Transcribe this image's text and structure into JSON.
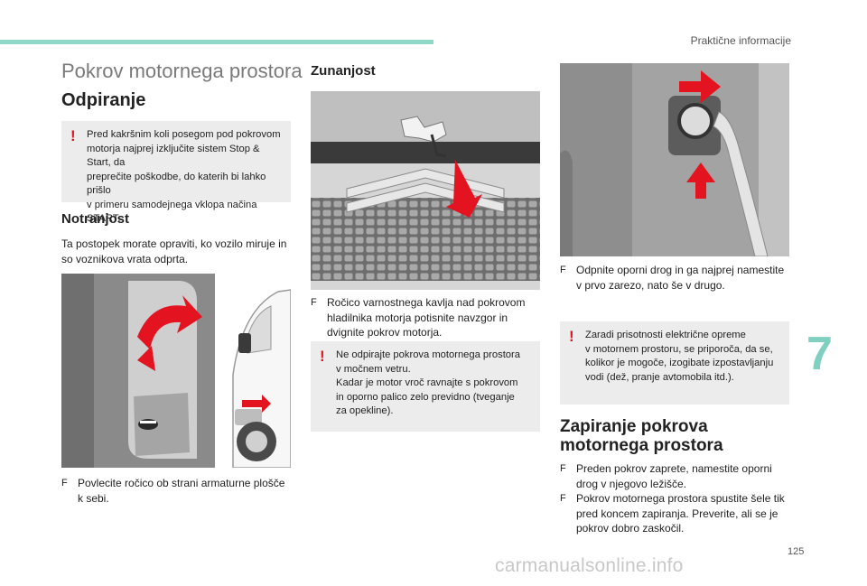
{
  "header": {
    "section": "Praktične informacije",
    "chapter_number": "7",
    "page_number": "125"
  },
  "title": "Pokrov motornega prostora",
  "opening": {
    "heading": "Odpiranje",
    "warning": "Pred kakršnim koli posegom pod pokrovom\nmotorja najprej izključite sistem Stop & Start, da\npreprečite poškodbe, do katerih bi lahko prišlo\nv primeru samodejnega vklopa načina START.",
    "inside": {
      "heading": "Notranjost",
      "text": "Ta postopek morate opraviti, ko vozilo miruje in so voznikova vrata odprta.",
      "step": "Povlecite ročico ob strani armaturne plošče\nk sebi."
    },
    "outside": {
      "heading": "Zunanjost",
      "step": "Ročico varnostnega kavlja nad pokrovom\nhladilnika motorja potisnite navzgor in\ndvignite pokrov motorja.",
      "warning": "Ne odpirajte pokrova motornega prostora\nv močnem vetru.\nKadar je motor vroč ravnajte s pokrovom\nin oporno palico zelo previdno (tveganje\nza opekline)."
    },
    "prop": {
      "step": "Odpnite oporni drog in ga najprej namestite\nv prvo zarezo, nato še v drugo.",
      "warning": "Zaradi prisotnosti električne opreme\nv motornem prostoru, se priporoča, da se,\nkolikor je mogoče, izogibate izpostavljanju\nvodi (dež, pranje avtomobila itd.)."
    }
  },
  "closing": {
    "heading_line1": "Zapiranje pokrova",
    "heading_line2": "motornega prostora",
    "steps": [
      "Preden pokrov zaprete, namestite oporni\ndrog v njegovo ležišče.",
      "Pokrov motornega prostora spustite šele tik\npred koncem zapiranja. Preverite, ali se je\npokrov dobro zaskočil."
    ]
  },
  "bullet_symbol": "F",
  "warning_symbol": "!",
  "watermark": "carmanualsonline.info",
  "colors": {
    "accent": "#8fd7c9",
    "warning": "#e3141f",
    "arrow": "#e3141f",
    "box": "#ececec"
  }
}
